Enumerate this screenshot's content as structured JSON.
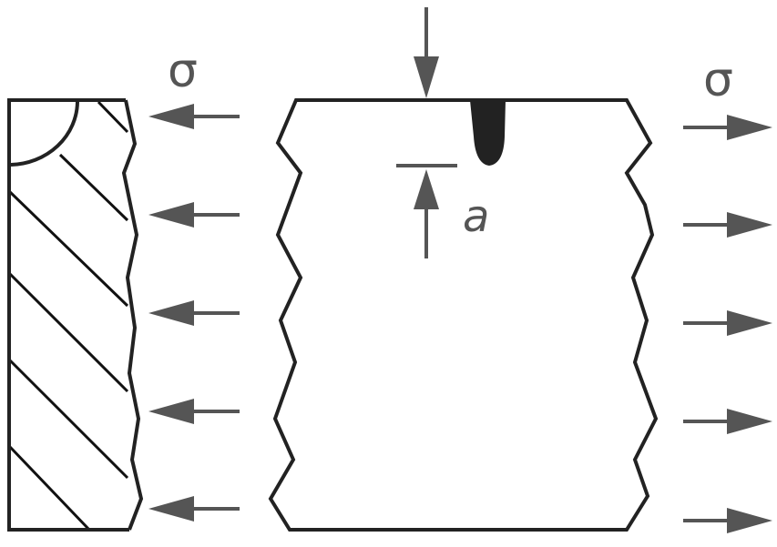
{
  "labels": {
    "stress_left": "σ",
    "stress_right": "σ",
    "crack_depth": "a"
  },
  "colors": {
    "outline": "#222222",
    "arrow": "#555555",
    "crack": "#222222"
  }
}
